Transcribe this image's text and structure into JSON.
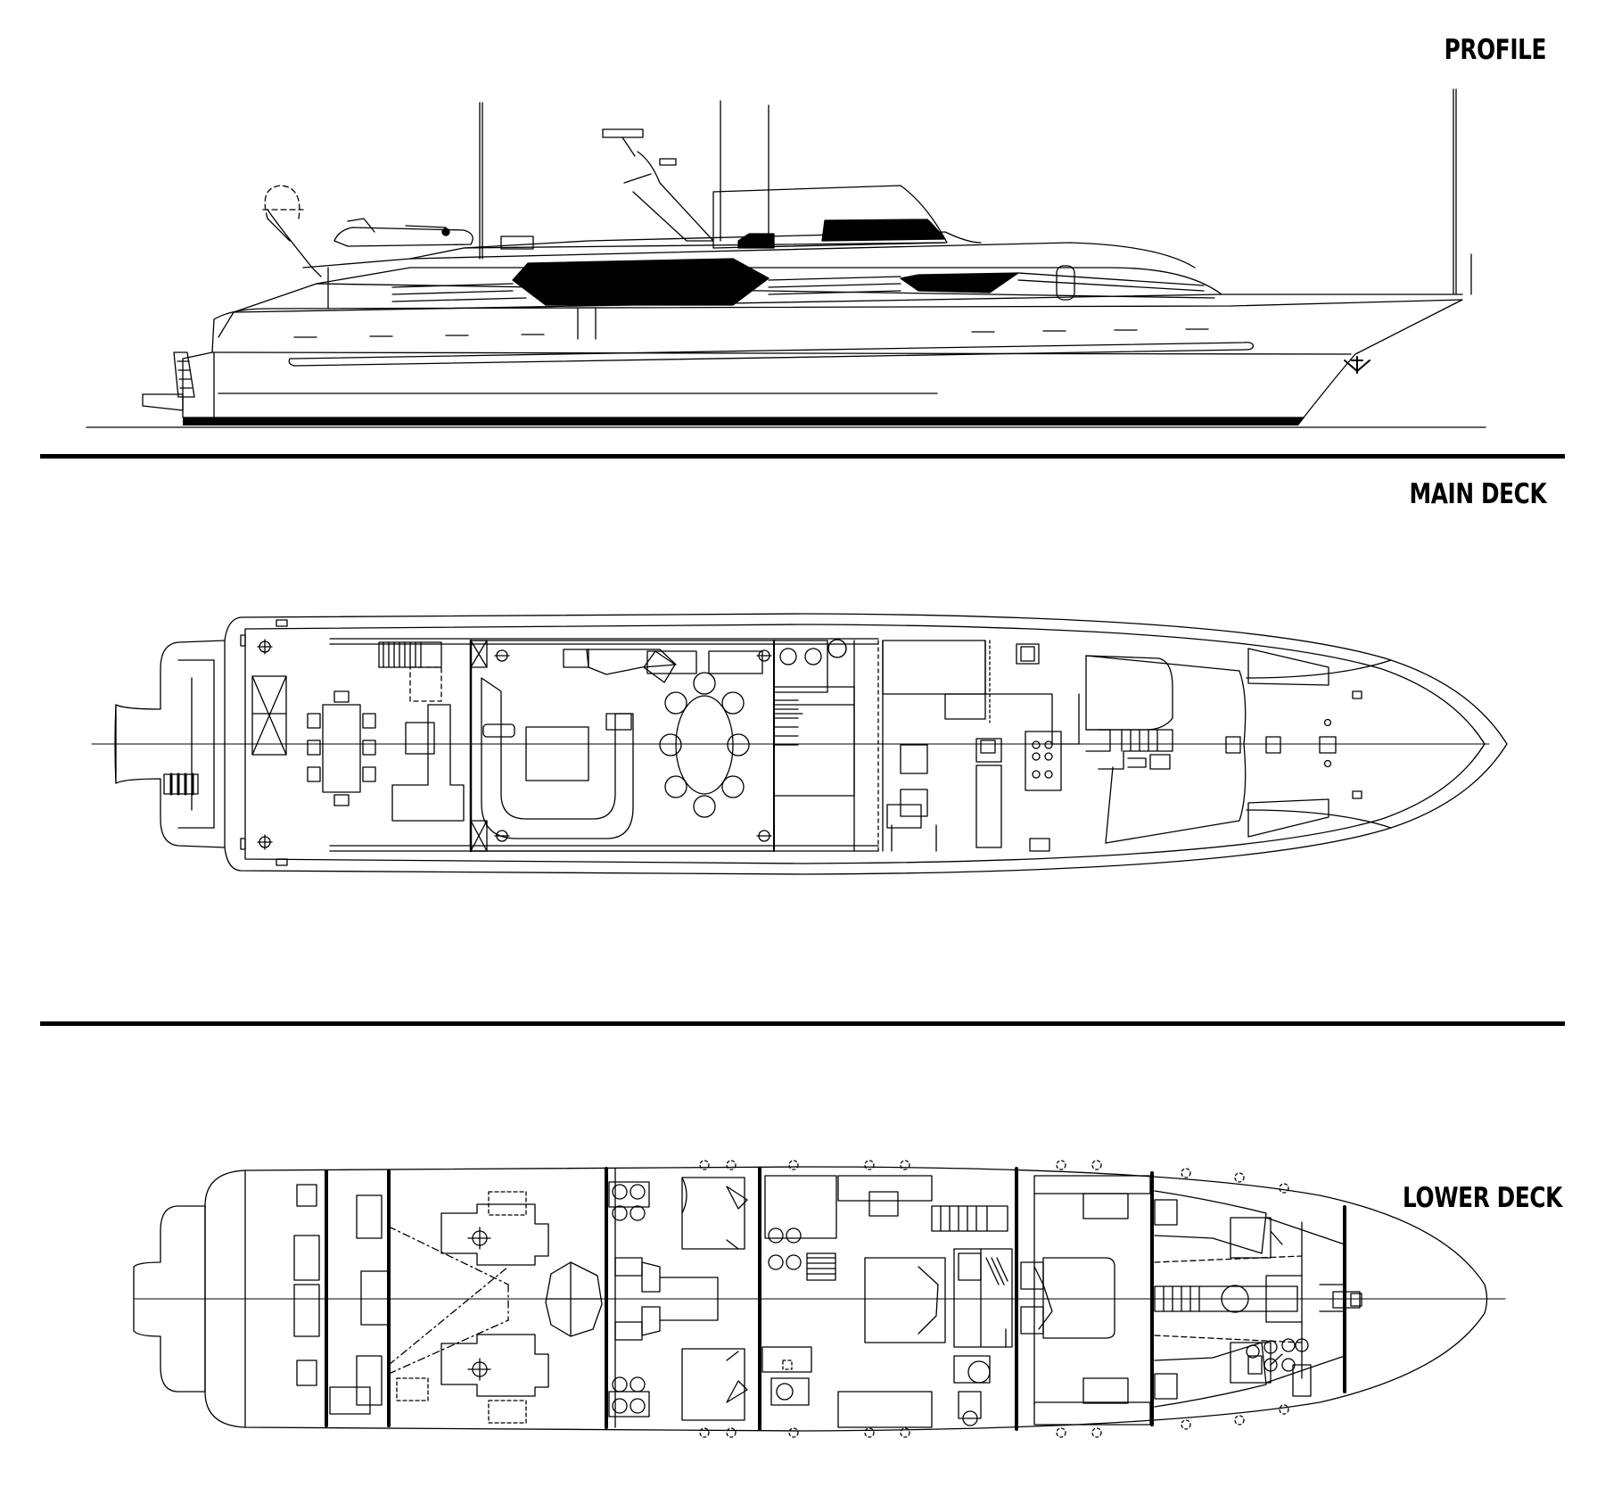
{
  "views": {
    "profile": {
      "label": "PROFILE"
    },
    "main_deck": {
      "label": "MAIN DECK"
    },
    "lower_deck": {
      "label": "LOWER DECK"
    }
  },
  "colors": {
    "line": "#000000",
    "background": "#ffffff"
  },
  "icons": {
    "bow_emblem": "anchor-icon"
  }
}
